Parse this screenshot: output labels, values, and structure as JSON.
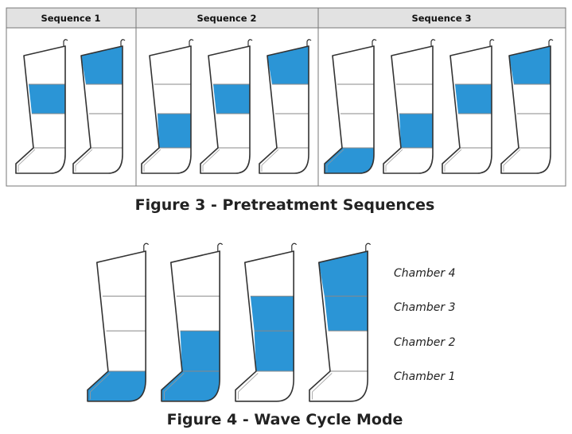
{
  "colors": {
    "fill": "#2b95d6",
    "outline": "#333333",
    "header_bg": "#e2e2e2"
  },
  "figure3": {
    "caption": "Figure 3 - Pretreatment Sequences",
    "sequences": [
      {
        "label": "Sequence 1",
        "steps": [
          [
            3
          ],
          [
            4
          ]
        ]
      },
      {
        "label": "Sequence 2",
        "steps": [
          [
            2
          ],
          [
            3
          ],
          [
            4
          ]
        ]
      },
      {
        "label": "Sequence 3",
        "steps": [
          [
            1
          ],
          [
            2
          ],
          [
            3
          ],
          [
            4
          ]
        ]
      }
    ]
  },
  "figure4": {
    "caption": "Figure 4 - Wave Cycle Mode",
    "steps": [
      [
        1
      ],
      [
        1,
        2
      ],
      [
        2,
        3
      ],
      [
        3,
        4
      ]
    ],
    "chamber_labels": [
      "Chamber 4",
      "Chamber 3",
      "Chamber 2",
      "Chamber 1"
    ]
  }
}
